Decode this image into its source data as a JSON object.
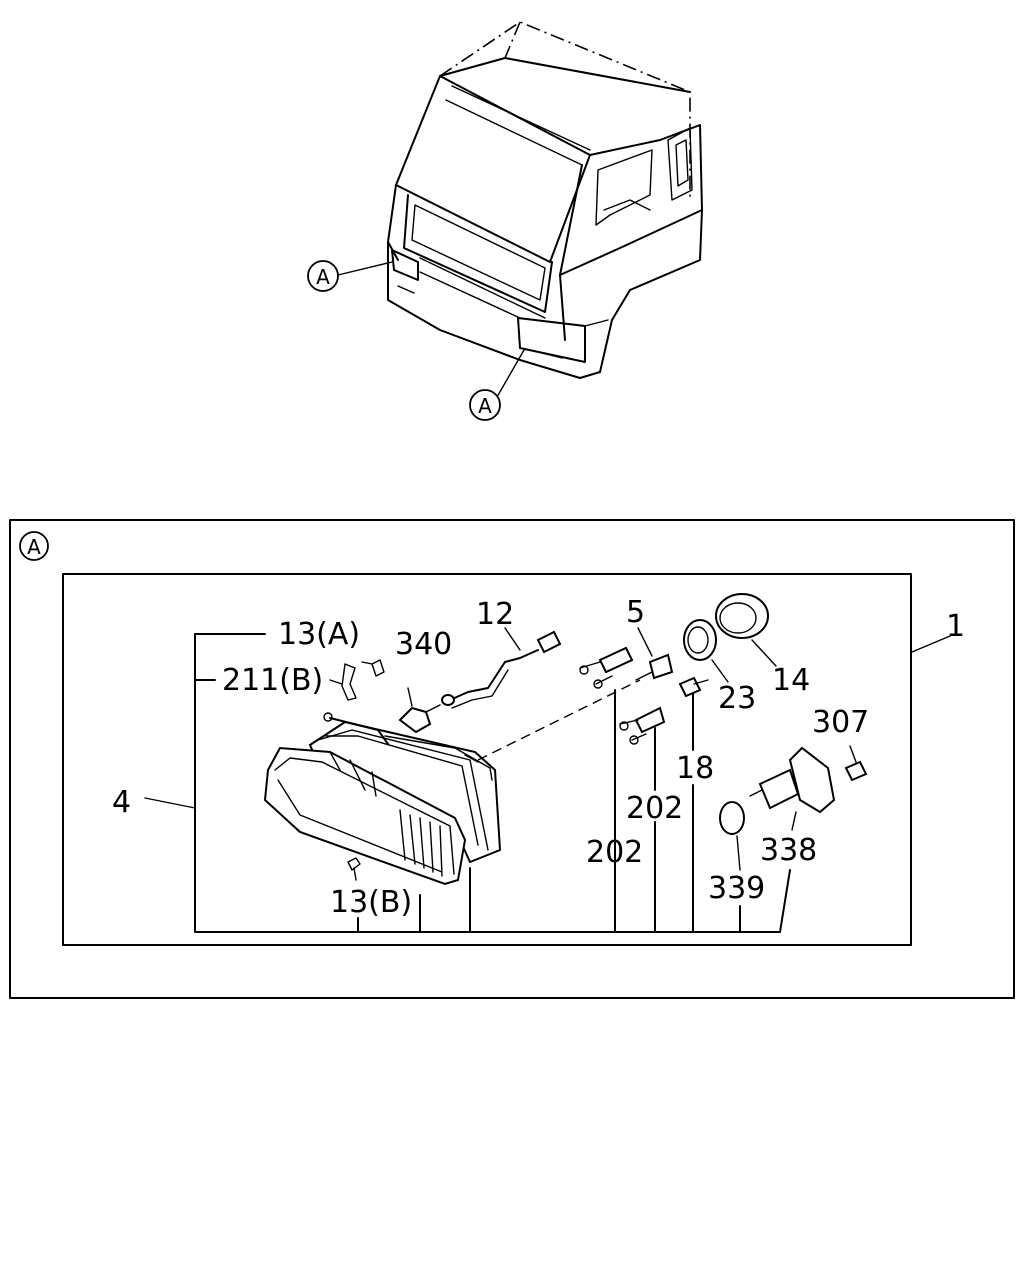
{
  "callouts": {
    "cab_left": "A",
    "cab_right": "A",
    "detail_ref": "A"
  },
  "parts": {
    "p1": "1",
    "p4": "4",
    "p5": "5",
    "p12": "12",
    "p13a": "13(A)",
    "p13b": "13(B)",
    "p14": "14",
    "p18": "18",
    "p23": "23",
    "p202_upper": "202",
    "p202_lower": "202",
    "p211b": "211(B)",
    "p307": "307",
    "p338": "338",
    "p339": "339",
    "p340": "340"
  }
}
